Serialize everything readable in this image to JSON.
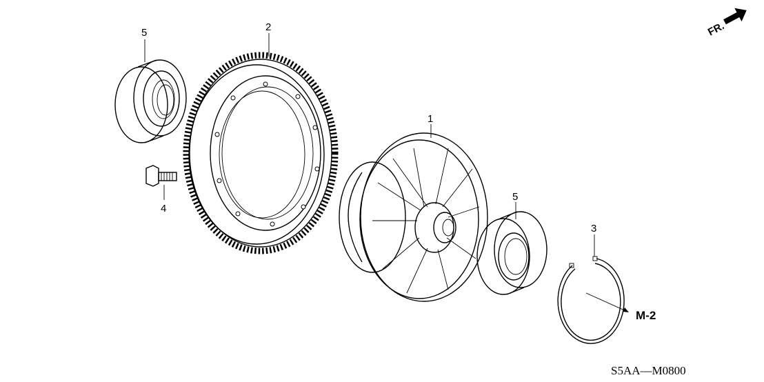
{
  "diagram": {
    "parts": [
      {
        "callout": "5",
        "part": "left-bearing"
      },
      {
        "callout": "2",
        "part": "final-driven-gear"
      },
      {
        "callout": "1",
        "part": "differential-assembly"
      },
      {
        "callout": "4",
        "part": "bolt"
      },
      {
        "callout": "5",
        "part": "right-bearing"
      },
      {
        "callout": "3",
        "part": "snap-ring"
      }
    ],
    "reference": "M-2",
    "direction_label": "FR.",
    "diagram_code": "S5AA—M0800"
  }
}
